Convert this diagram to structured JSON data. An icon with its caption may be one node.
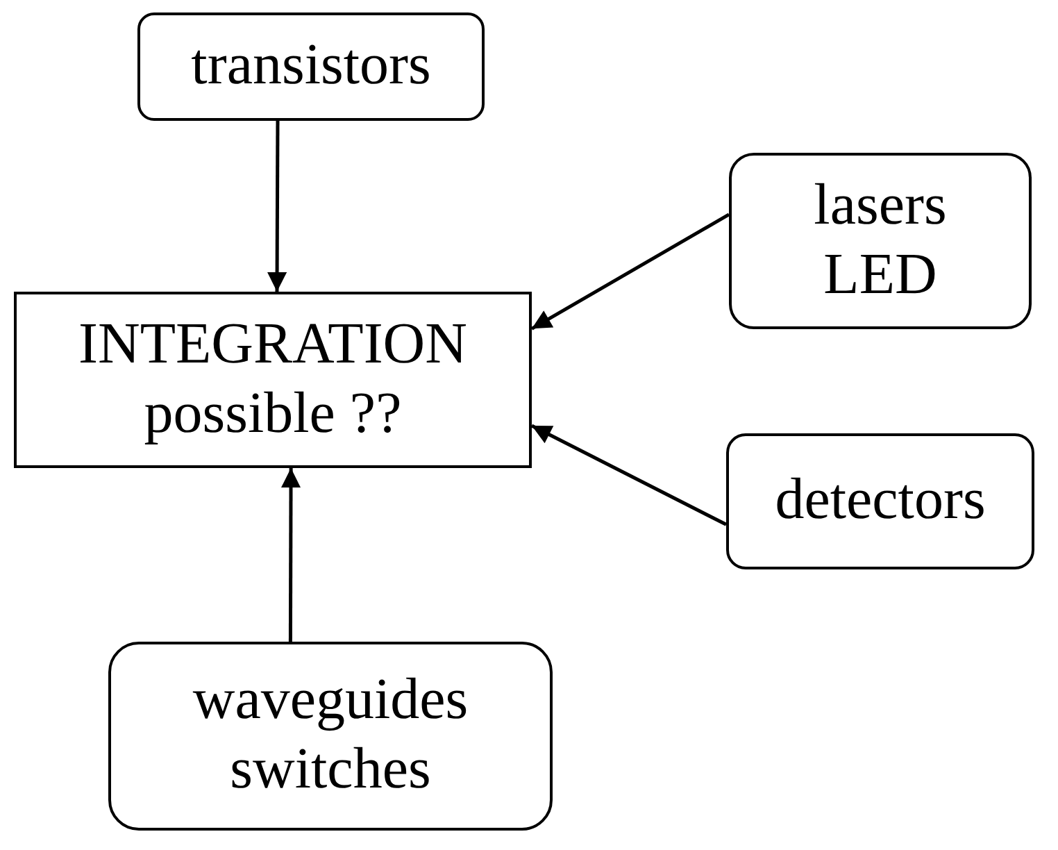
{
  "diagram": {
    "nodes": [
      {
        "text": [
          "transistors"
        ]
      },
      {
        "text": [
          "INTEGRATION possible ??"
        ]
      },
      {
        "text": [
          "lasers LED"
        ]
      },
      {
        "text": [
          "detectors"
        ]
      },
      {
        "text": [
          "waveguides switches"
        ]
      }
    ],
    "edges": [
      {
        "from": 0,
        "to": 1,
        "arrow": "to"
      },
      {
        "from": 2,
        "to": 1,
        "arrow": "to"
      },
      {
        "from": 3,
        "to": 1,
        "arrow": "to"
      },
      {
        "from": 4,
        "to": 1,
        "arrow": "to"
      }
    ]
  }
}
